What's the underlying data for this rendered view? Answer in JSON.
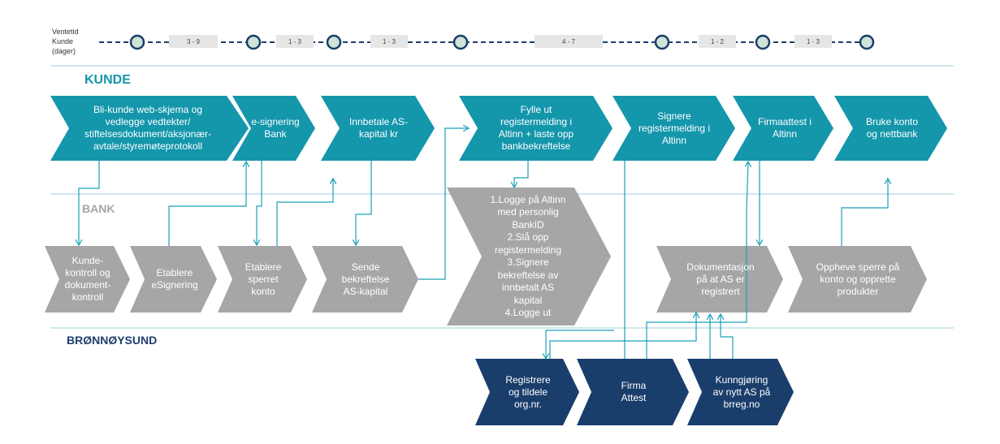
{
  "header": {
    "label": "Ventetid\nKunde\n(dager)",
    "durations": [
      "3 - 9",
      "1 - 3",
      "1 - 3",
      "4 - 7",
      "1 - 2",
      "1 - 3"
    ]
  },
  "lanes": {
    "kunde": "KUNDE",
    "bank": "BANK",
    "bronnoysund": "BRØNNØYSUND"
  },
  "colors": {
    "kunde": "#1496ab",
    "bank": "#a6a6a6",
    "bronnoysund": "#1a3e6b",
    "kunde_label": "#1496ab",
    "bank_label": "#a6a6a6",
    "bronnoysund_label": "#1f3f6d",
    "line": "#1aa0b6"
  },
  "steps": {
    "k1": "Bli-kunde web-skjema og\nvedlegge vedtekter/\nstiftelsesdokument/aksjonær-\navtale/styremøteprotokoll",
    "k2": "e-signering\nBank",
    "k3": "Innbetale AS-\nkapital kr",
    "k4": "Fylle ut\nregistermelding  i\nAltinn + laste opp\nbankbekreftelse",
    "k5": "Signere\nregistermelding i\nAltinn",
    "k6": "Firmaattest i\nAltinn",
    "k7": "Bruke konto\nog nettbank",
    "b1": "Kunde-\nkontroll og\ndokument-\nkontroll",
    "b2": "Etablere\neSignering",
    "b3": "Etablere\nsperret\nkonto",
    "b4": "Sende\nbekreftelse\nAS-kapital",
    "b5": "1.Logge på Altinn\nmed personlig\nBankID\n2.Slå opp\nregistermelding\n3.Signere\nbekreftelse av\ninnbetalt AS\nkapital\n4.Logge ut",
    "b6": "Dokumentasjon\npå at AS er\nregistrert",
    "b7": "Oppheve sperre på\nkonto og opprette\nprodukter",
    "r1": "Registrere\nog tildele\norg.nr.",
    "r2": "Firma\nAttest",
    "r3": "Kunngjøring\nav nytt AS på\nbrreg.no"
  }
}
